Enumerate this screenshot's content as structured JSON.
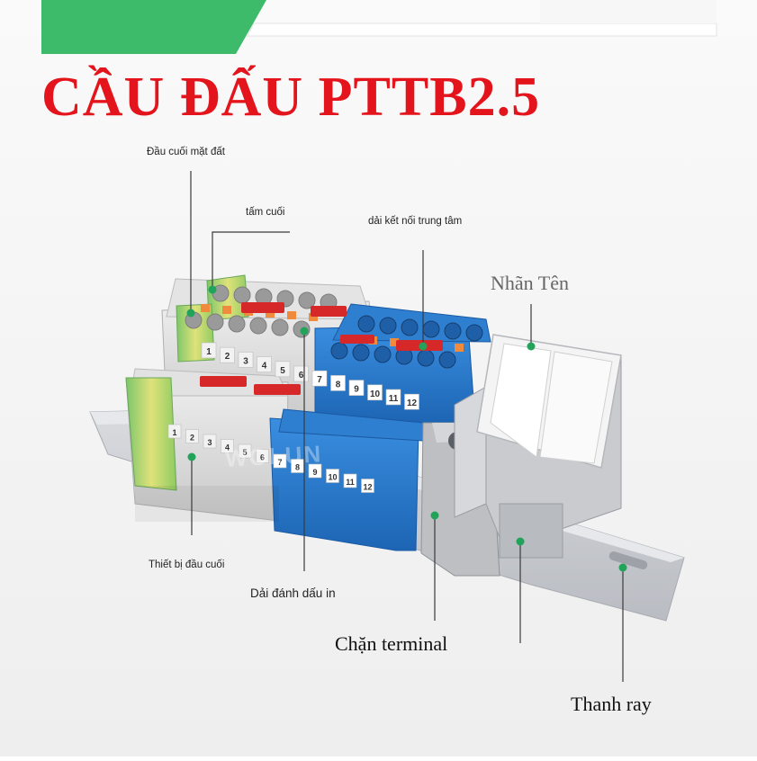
{
  "title": "CẦU ĐẤU PTTB2.5",
  "watermark": "WOLUN",
  "labels": {
    "earth_terminal": "Đầu cuối mặt đất",
    "end_plate": "tấm cuối",
    "center_bridge": "dải kết nối trung tâm",
    "name_label": "Nhãn Tên",
    "terminal_device": "Thiết bị đầu cuối",
    "print_marker": "Dải đánh dấu in",
    "terminal_stop": "Chặn terminal",
    "rail": "Thanh ray"
  },
  "markers": {
    "upper": [
      "1",
      "2",
      "3",
      "4",
      "5",
      "6",
      "7",
      "8",
      "9",
      "10",
      "11",
      "12"
    ],
    "lower": [
      "1",
      "2",
      "3",
      "4",
      "5",
      "6",
      "7",
      "8",
      "9",
      "10",
      "11",
      "12"
    ]
  },
  "colors": {
    "title_red": "#e3141b",
    "accent_green": "#3dbb6b",
    "terminal_blue": "#2f7fd0",
    "terminal_grey": "#d8d8d8",
    "earth_yellow_green": "#a9d46a",
    "bridge_red": "#d62828",
    "clamp_orange": "#f08a3c",
    "dot_green": "#21a35a"
  }
}
